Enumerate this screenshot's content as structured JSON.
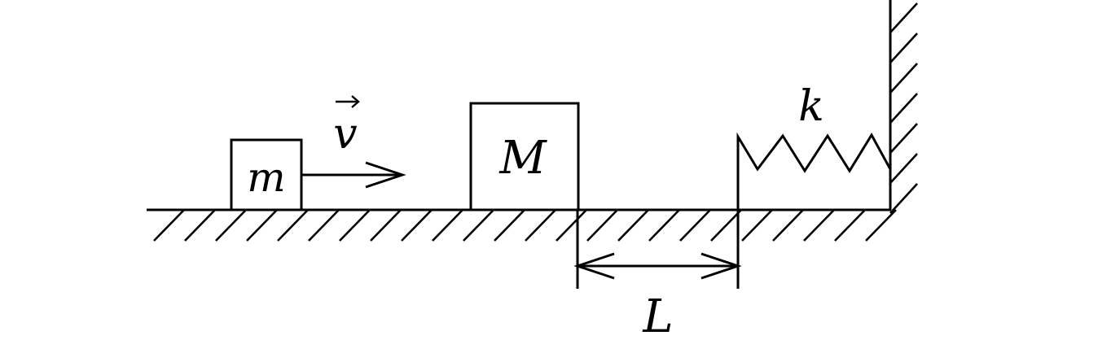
{
  "labels": {
    "small_mass": "m",
    "large_mass": "M",
    "velocity": "v",
    "spring_constant": "k",
    "distance": "L"
  },
  "colors": {
    "ink": "#000000",
    "background": "#ffffff"
  }
}
